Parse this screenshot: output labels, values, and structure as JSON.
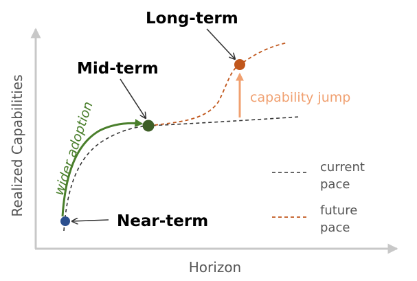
{
  "labels": {
    "long_term": "Long-term",
    "mid_term": "Mid-term",
    "near_term": "Near-term",
    "wider_adoption": "wider adoption",
    "capability_jump": "capability jump"
  },
  "axes": {
    "x_label": "Horizon",
    "y_label": "Realized Capabilities"
  },
  "legend": {
    "current_line1": "current",
    "current_line2": "pace",
    "future_line1": "future",
    "future_line2": "pace"
  },
  "colors": {
    "axis": "#c8c8c8",
    "current_pace": "#333333",
    "future_pace": "#c0561b",
    "adoption_green": "#4a7f2c",
    "jump_orange": "#f0a070",
    "near_point": "#2b4f8e",
    "mid_point": "#3d5e26",
    "long_point": "#c0561b"
  }
}
